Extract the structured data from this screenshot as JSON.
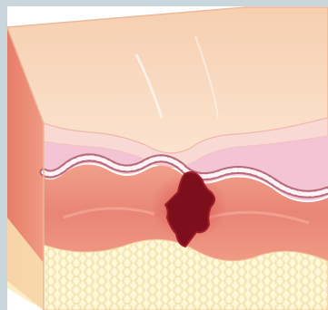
{
  "figure": {
    "subject": "skin-cross-section-bruise",
    "layers": [
      "epidermis",
      "dermis-papillae",
      "dermis",
      "subcutaneous-fat"
    ],
    "lesion": "hematoma"
  },
  "colors": {
    "frame": "#c9d6dc",
    "surface_top": "#f7d2b8",
    "surface_side": "#f3c6a6",
    "epidermis": "#f9dcd6",
    "papillae_band": "#f2c6d3",
    "papillae_beads": "#fff2f6",
    "dermis": "#e98576",
    "dermis_light": "#f2a08e",
    "hematoma": "#7e0f1c",
    "hematoma_edge": "#a11f2c",
    "fat": "#fff7d4",
    "fat_cells": "#f6e7b3",
    "outline": "#e6b58f"
  }
}
